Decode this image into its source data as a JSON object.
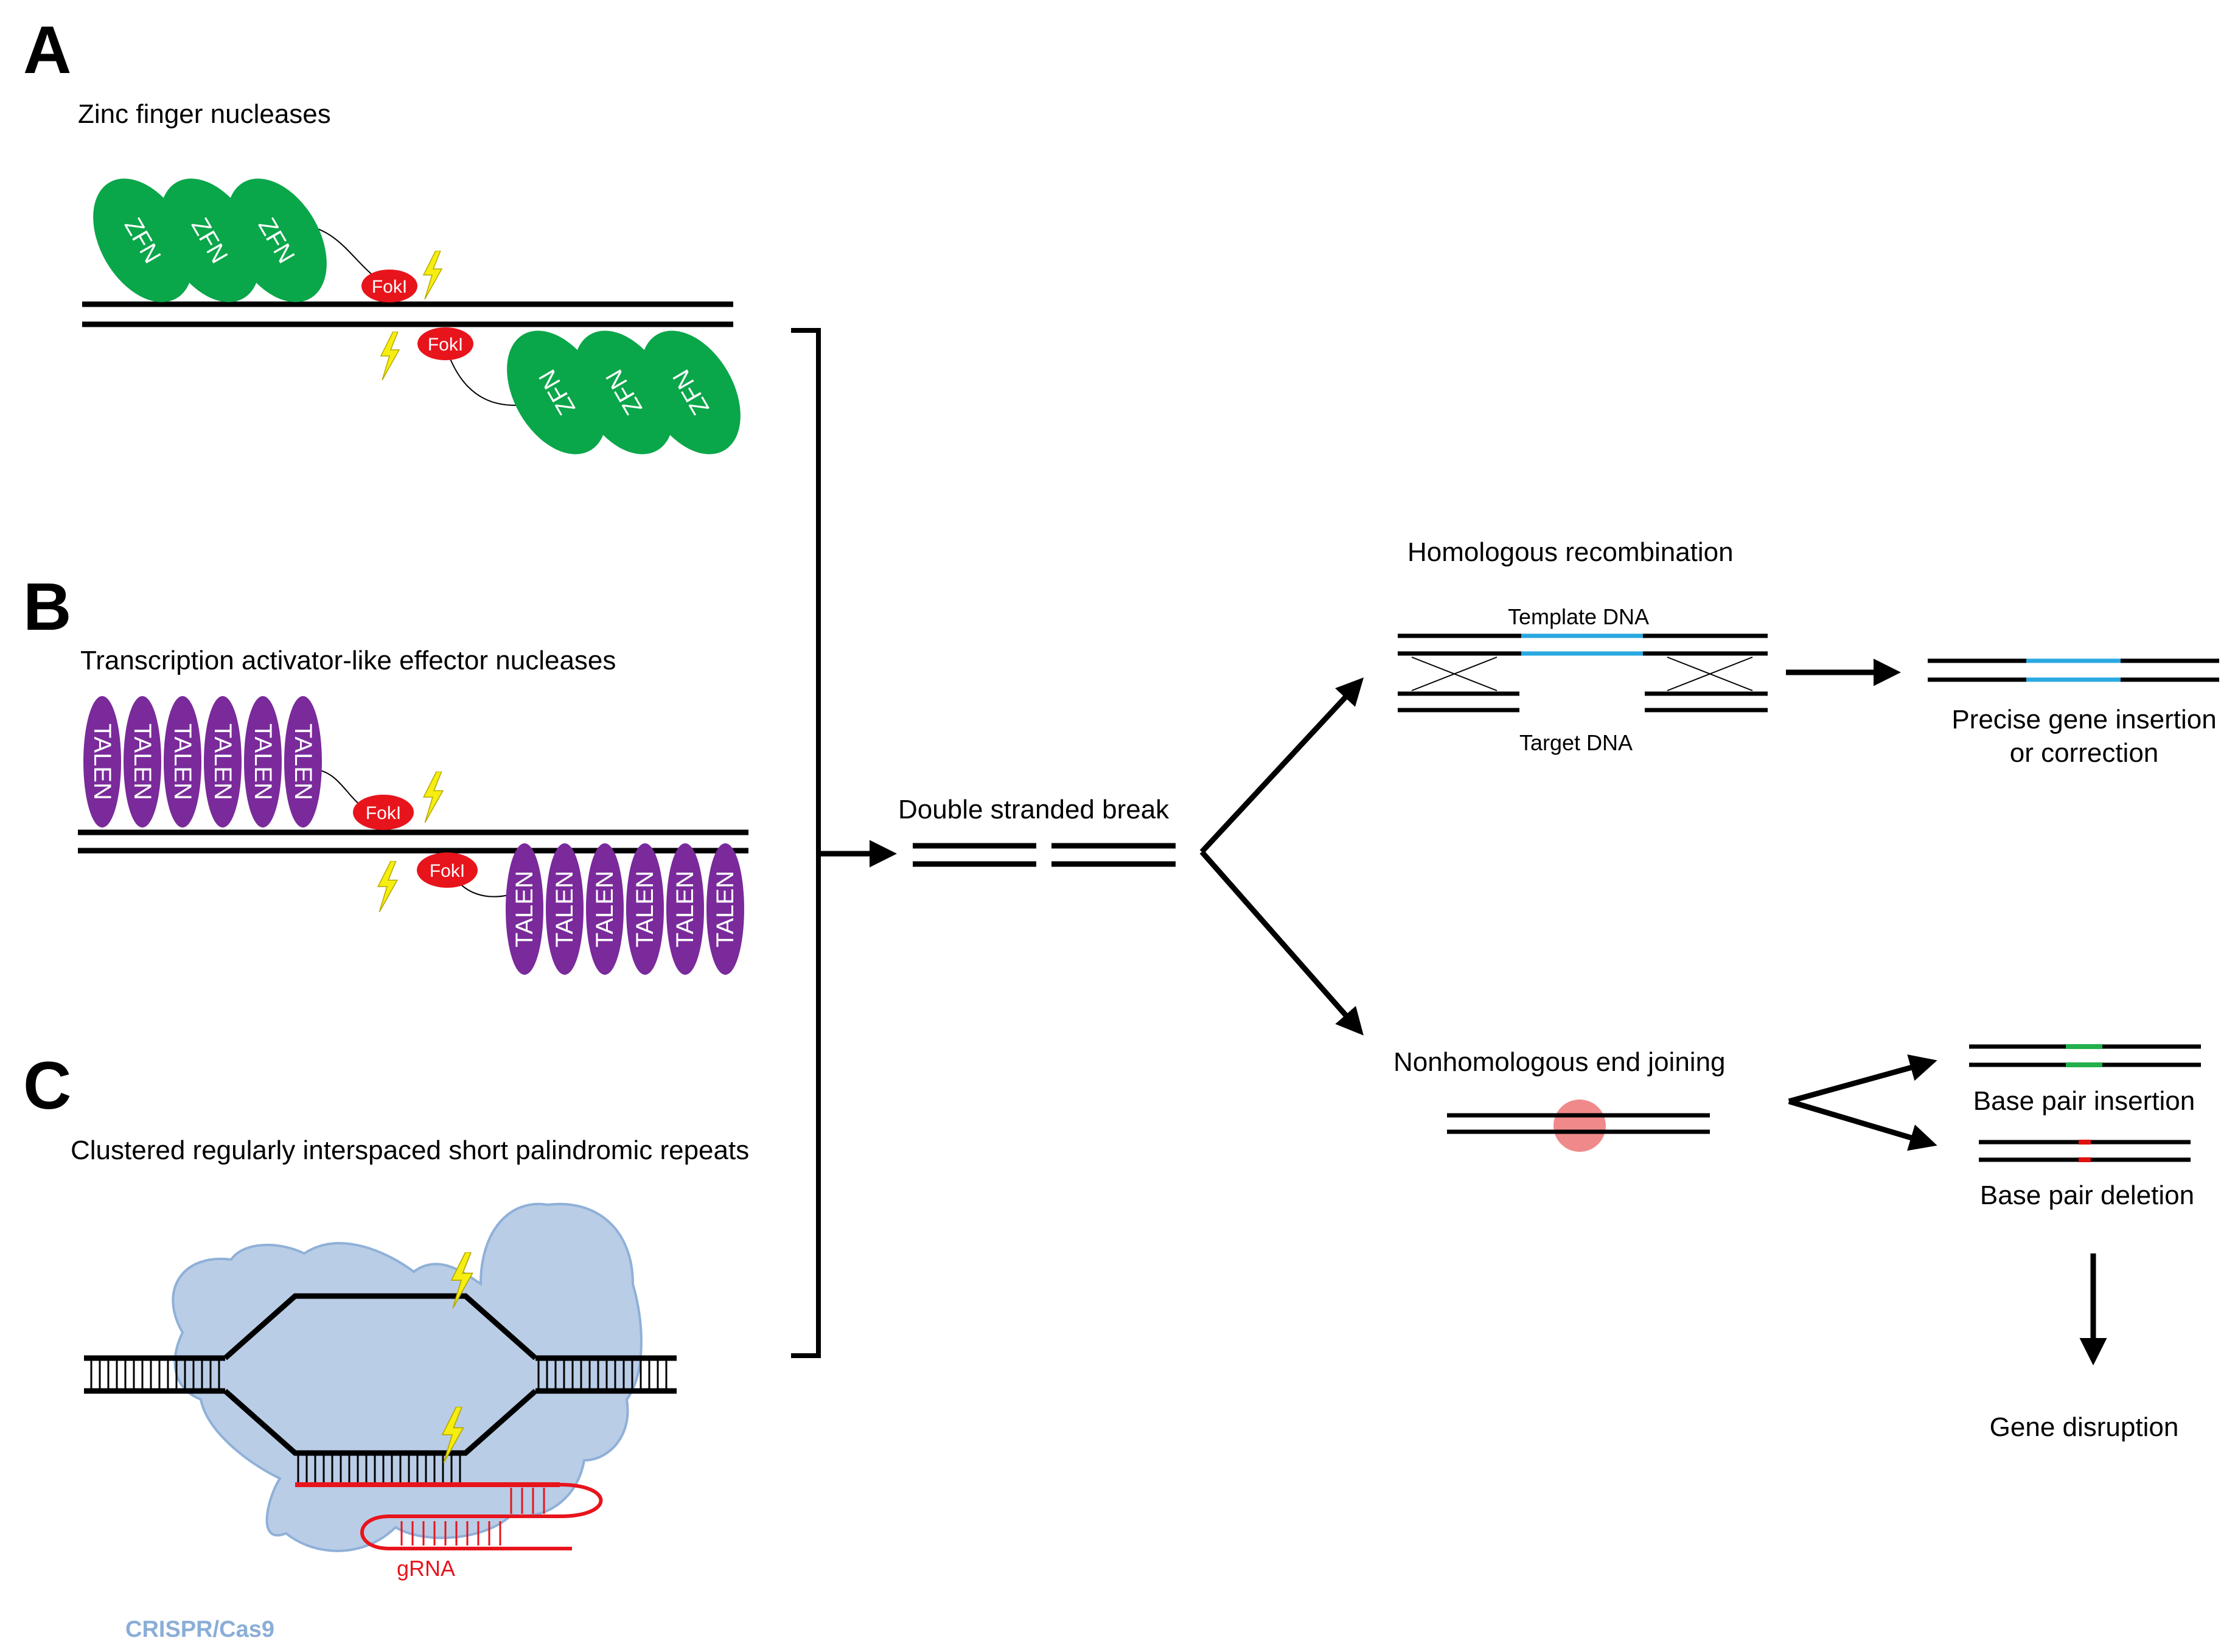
{
  "panels": {
    "a": {
      "letter": "A",
      "title": "Zinc finger nucleases",
      "unit": "ZFN",
      "enzyme": "FokI"
    },
    "b": {
      "letter": "B",
      "title": "Transcription activator-like effector nucleases",
      "unit": "TALEN",
      "enzyme": "FokI"
    },
    "c": {
      "letter": "C",
      "title": "Clustered regularly interspaced short palindromic repeats",
      "grna": "gRNA",
      "protein": "CRISPR/Cas9"
    }
  },
  "flow": {
    "dsb": "Double stranded break",
    "hr": {
      "title": "Homologous recombination",
      "template": "Template DNA",
      "target": "Target DNA",
      "outcome_line1": "Precise gene insertion",
      "outcome_line2": "or correction"
    },
    "nhej": {
      "title": "Nonhomologous end joining",
      "insertion": "Base pair insertion",
      "deletion": "Base pair deletion",
      "result": "Gene disruption"
    }
  },
  "colors": {
    "zfn": "#0aa64a",
    "talen": "#7a2a9a",
    "foki": "#e8141c",
    "bolt": "#f5ee10",
    "grna": "#e8141c",
    "cas9": "#b9cde6",
    "template": "#2aa8e0",
    "insertion": "#22b04b",
    "deletion": "#e01010",
    "nhej_spot": "#f08a8a",
    "crispr_label": "#8aaed6"
  }
}
